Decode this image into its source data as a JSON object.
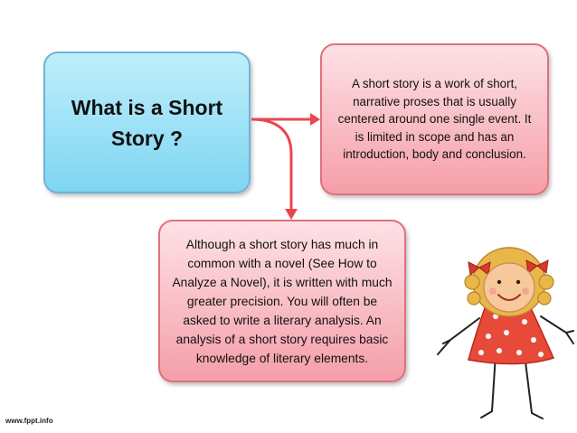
{
  "question_box": {
    "title": "What is a Short Story ?"
  },
  "definition_box": {
    "text": "A short story is a work of short, narrative proses  that is usually centered around one single event. It is limited in scope and has an introduction, body and conclusion."
  },
  "novel_box": {
    "text": "Although a short story has much  in common with a novel (See How to Analyze a Novel), it is written with much greater precision. You will often be asked to write a literary analysis. An analysis of a short story requires basic knowledge of literary elements."
  },
  "footer": {
    "text": "www.fppt.info"
  },
  "colors": {
    "arrow": "#e8474f",
    "blue_box": "#8fdcf4",
    "pink_box": "#f7aab3"
  },
  "illustration": {
    "icon": "girl-doll-illustration"
  }
}
